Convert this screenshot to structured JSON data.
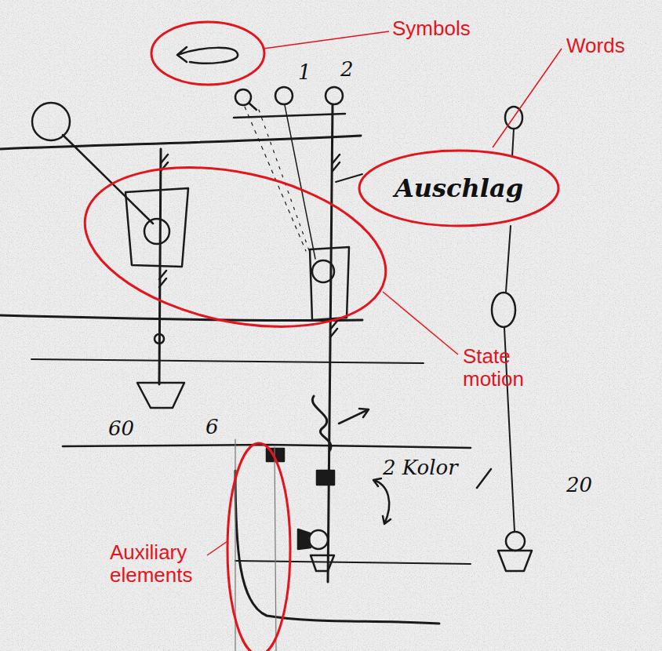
{
  "diagram": {
    "nodes": [
      {
        "text": [
          "Auschlag"
        ]
      }
    ],
    "labels": [
      "Symbols",
      "Words",
      "State motion",
      "Auxiliary elements",
      "1",
      "2",
      "60",
      "6",
      "2 Kolor",
      "20"
    ]
  }
}
